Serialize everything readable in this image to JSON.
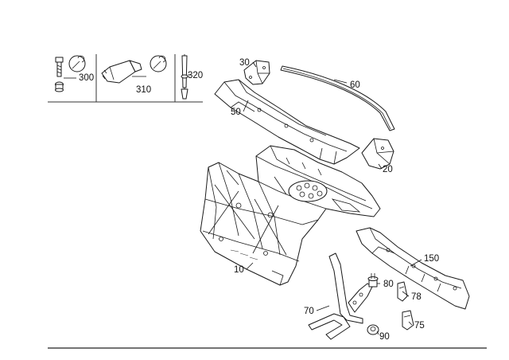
{
  "diagram": {
    "callouts": [
      {
        "id": "c300",
        "text": "300"
      },
      {
        "id": "c310",
        "text": "310"
      },
      {
        "id": "c320",
        "text": "320"
      },
      {
        "id": "c30",
        "text": "30"
      },
      {
        "id": "c60",
        "text": "60"
      },
      {
        "id": "c50",
        "text": "50"
      },
      {
        "id": "c20",
        "text": "20"
      },
      {
        "id": "c10",
        "text": "10"
      },
      {
        "id": "c150",
        "text": "150"
      },
      {
        "id": "c80",
        "text": "80"
      },
      {
        "id": "c78",
        "text": "78"
      },
      {
        "id": "c70",
        "text": "70"
      },
      {
        "id": "c75",
        "text": "75"
      },
      {
        "id": "c90",
        "text": "90"
      }
    ],
    "icons": [
      "bolt-icon",
      "wrench-icon",
      "sealant-tube-icon",
      "push-clip-icon"
    ]
  }
}
